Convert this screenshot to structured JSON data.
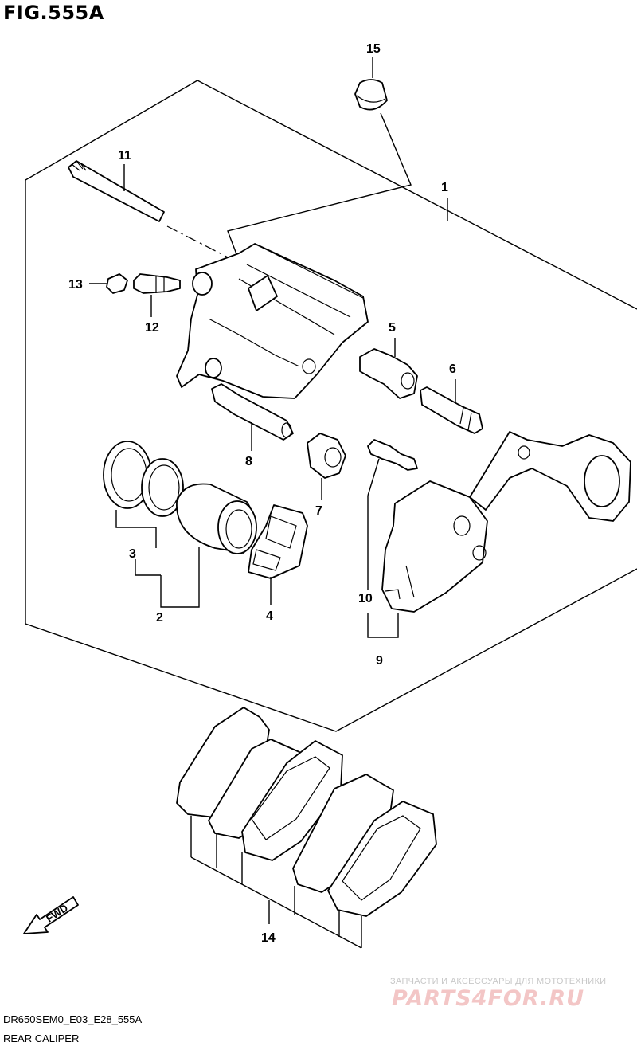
{
  "figure": {
    "title": "FIG.555A"
  },
  "callouts": {
    "c1": "1",
    "c2": "2",
    "c3": "3",
    "c4": "4",
    "c5": "5",
    "c6": "6",
    "c7": "7",
    "c8": "8",
    "c9": "9",
    "c10": "10",
    "c11": "11",
    "c12": "12",
    "c13": "13",
    "c14": "14",
    "c15": "15"
  },
  "direction_arrow": {
    "label": "FWD"
  },
  "footer": {
    "code": "DR650SEM0_E03_E28_555A",
    "name": "REAR CALIPER"
  },
  "watermark": {
    "tagline": "ЗАПЧАСТИ И АКСЕССУАРЫ ДЛЯ МОТОТЕХНИКИ",
    "logo": "PARTS4FOR.RU"
  }
}
